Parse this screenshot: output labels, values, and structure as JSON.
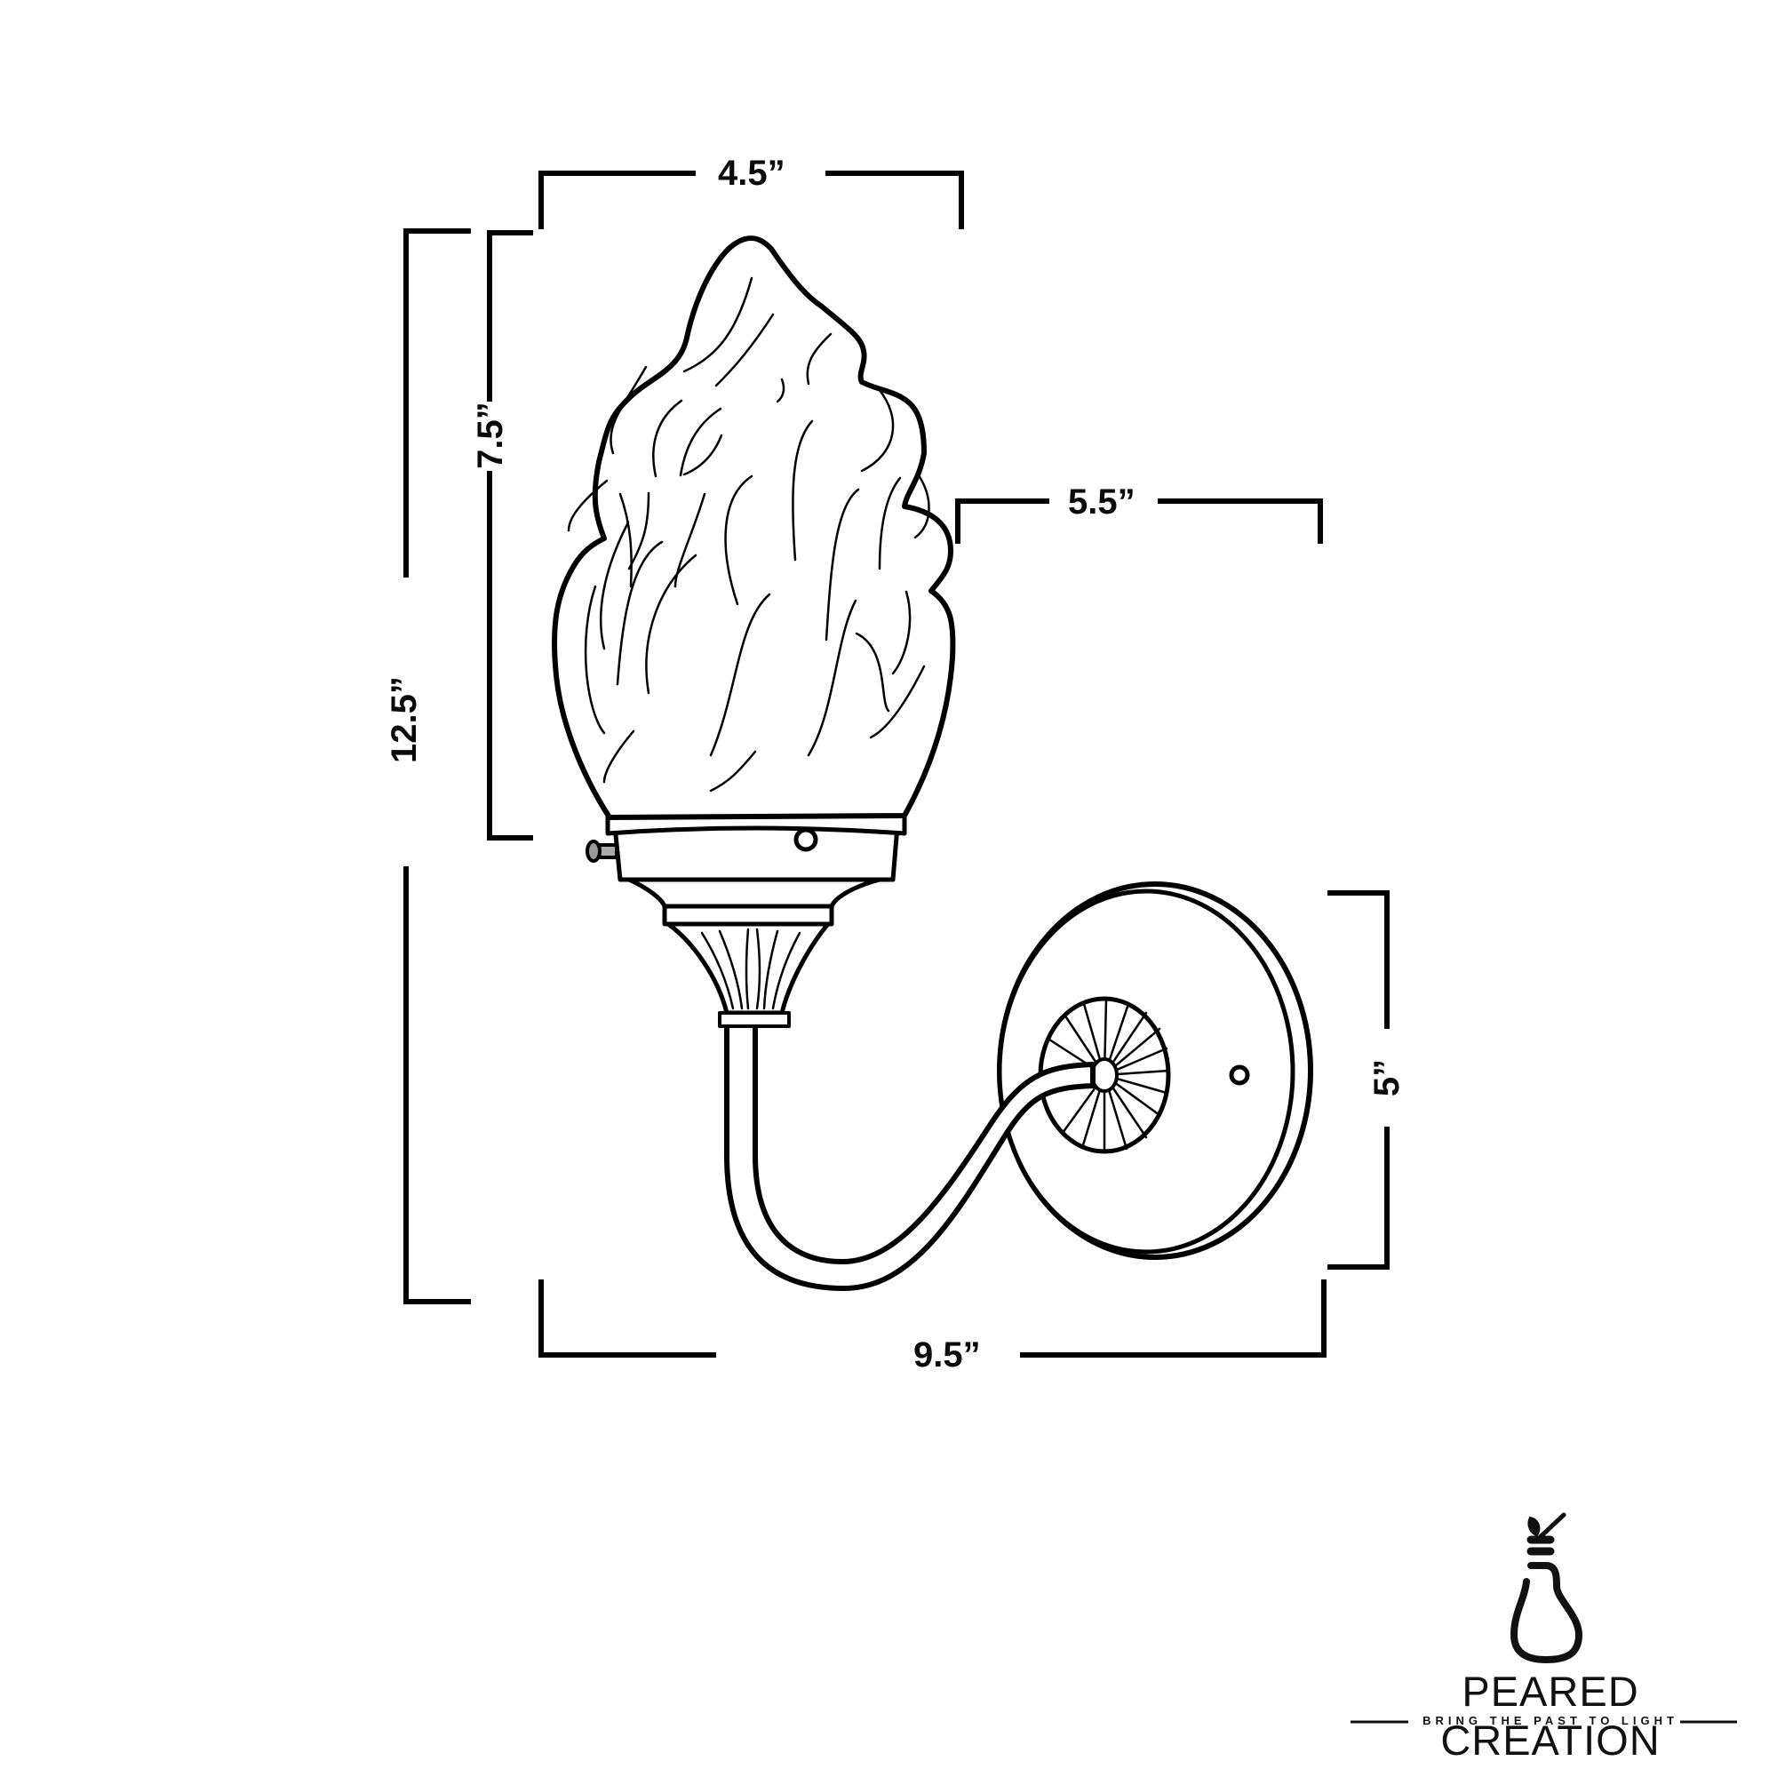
{
  "diagram": {
    "subject": "Flame torch glass wall sconce with S-curved arm and round backplate",
    "line_color": "#000000",
    "background": "#ffffff",
    "units": "inches"
  },
  "dimensions": {
    "shade_width": "4.5”",
    "shade_height": "7.5”",
    "total_height": "12.5”",
    "extension_from_shade": "5.5”",
    "backplate_diameter": "5”",
    "total_depth": "9.5”"
  },
  "brand": {
    "name": "PEARED CREATION",
    "tagline": "BRING THE PAST TO LIGHT",
    "logo_icon": "pear-lightbulb-icon"
  }
}
